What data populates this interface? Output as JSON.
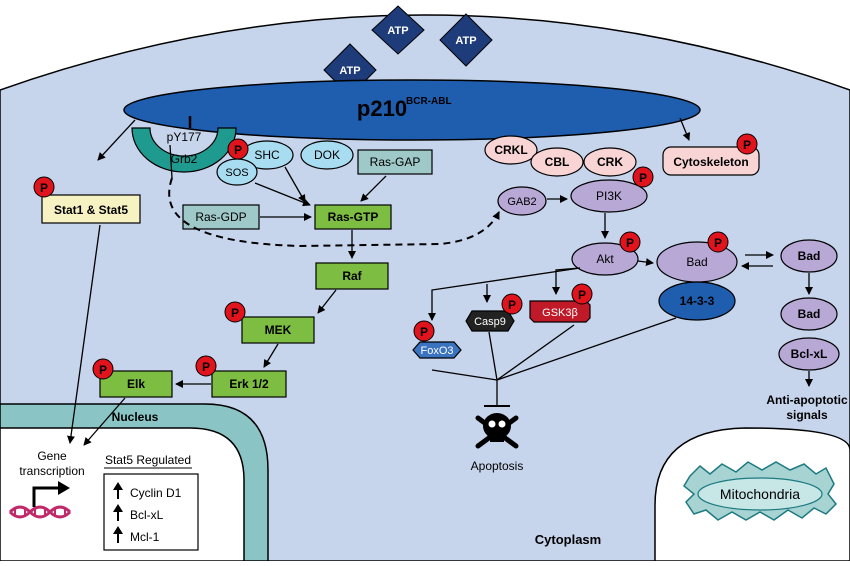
{
  "membrane": {
    "atp": [
      "ATP",
      "ATP",
      "ATP"
    ],
    "bcr_abl": {
      "main": "p210",
      "sup": "BCR-ABL"
    }
  },
  "compartments": {
    "cytoplasm": "Cytoplasm",
    "nucleus": "Nucleus",
    "mitochondria": "Mitochondria"
  },
  "phospho": "P",
  "adaptors": {
    "py177": "pY177",
    "grb2": "Grb2",
    "shc": "SHC",
    "sos": "SOS",
    "dok": "DOK",
    "crkl": "CRKL",
    "cbl": "CBL",
    "crk": "CRK"
  },
  "ras_pathway": {
    "ras_gap": "Ras-GAP",
    "ras_gdp": "Ras-GDP",
    "ras_gtp": "Ras-GTP",
    "raf": "Raf",
    "mek": "MEK",
    "erk": "Erk 1/2",
    "elk": "Elk"
  },
  "stat": {
    "label": "Stat1 & Stat5"
  },
  "cytoskeleton": "Cytoskeleton",
  "pi3k_pathway": {
    "gab2": "GAB2",
    "pi3k": "PI3K",
    "akt": "Akt",
    "bad": "Bad",
    "protein_14_3_3": "14-3-3",
    "foxo3": "FoxO3",
    "casp9": "Casp9",
    "gsk3b": "GSK3β"
  },
  "apoptosis": "Apoptosis",
  "mito_path": {
    "bad_free": "Bad",
    "bad_bound": "Bad",
    "bcl_xl": "Bcl-xL",
    "signals_line1": "Anti-apoptotic",
    "signals_line2": "signals"
  },
  "nucleus_content": {
    "gene_line1": "Gene",
    "gene_line2": "transcription",
    "stat5_title": "Stat5 Regulated",
    "targets": [
      "Cyclin D1",
      "Bcl-xL",
      "Mcl-1"
    ]
  },
  "colors": {
    "cell": "#c6d4ec",
    "membrane": "#1f5dae",
    "atp": "#1f3c7a",
    "nucleus": "#8ac4c4",
    "green": "#7cbd42",
    "teal_box": "#9fc8c8",
    "lavender": "#b7a8d6",
    "pink_box": "#f8d4d4",
    "yellow_box": "#f6f2c2",
    "phospho": "#e1141e",
    "dark_blue": "#1f5dae",
    "foxo3": "#3a73c0",
    "casp9": "#222222",
    "gsk3b": "#c01a28"
  }
}
